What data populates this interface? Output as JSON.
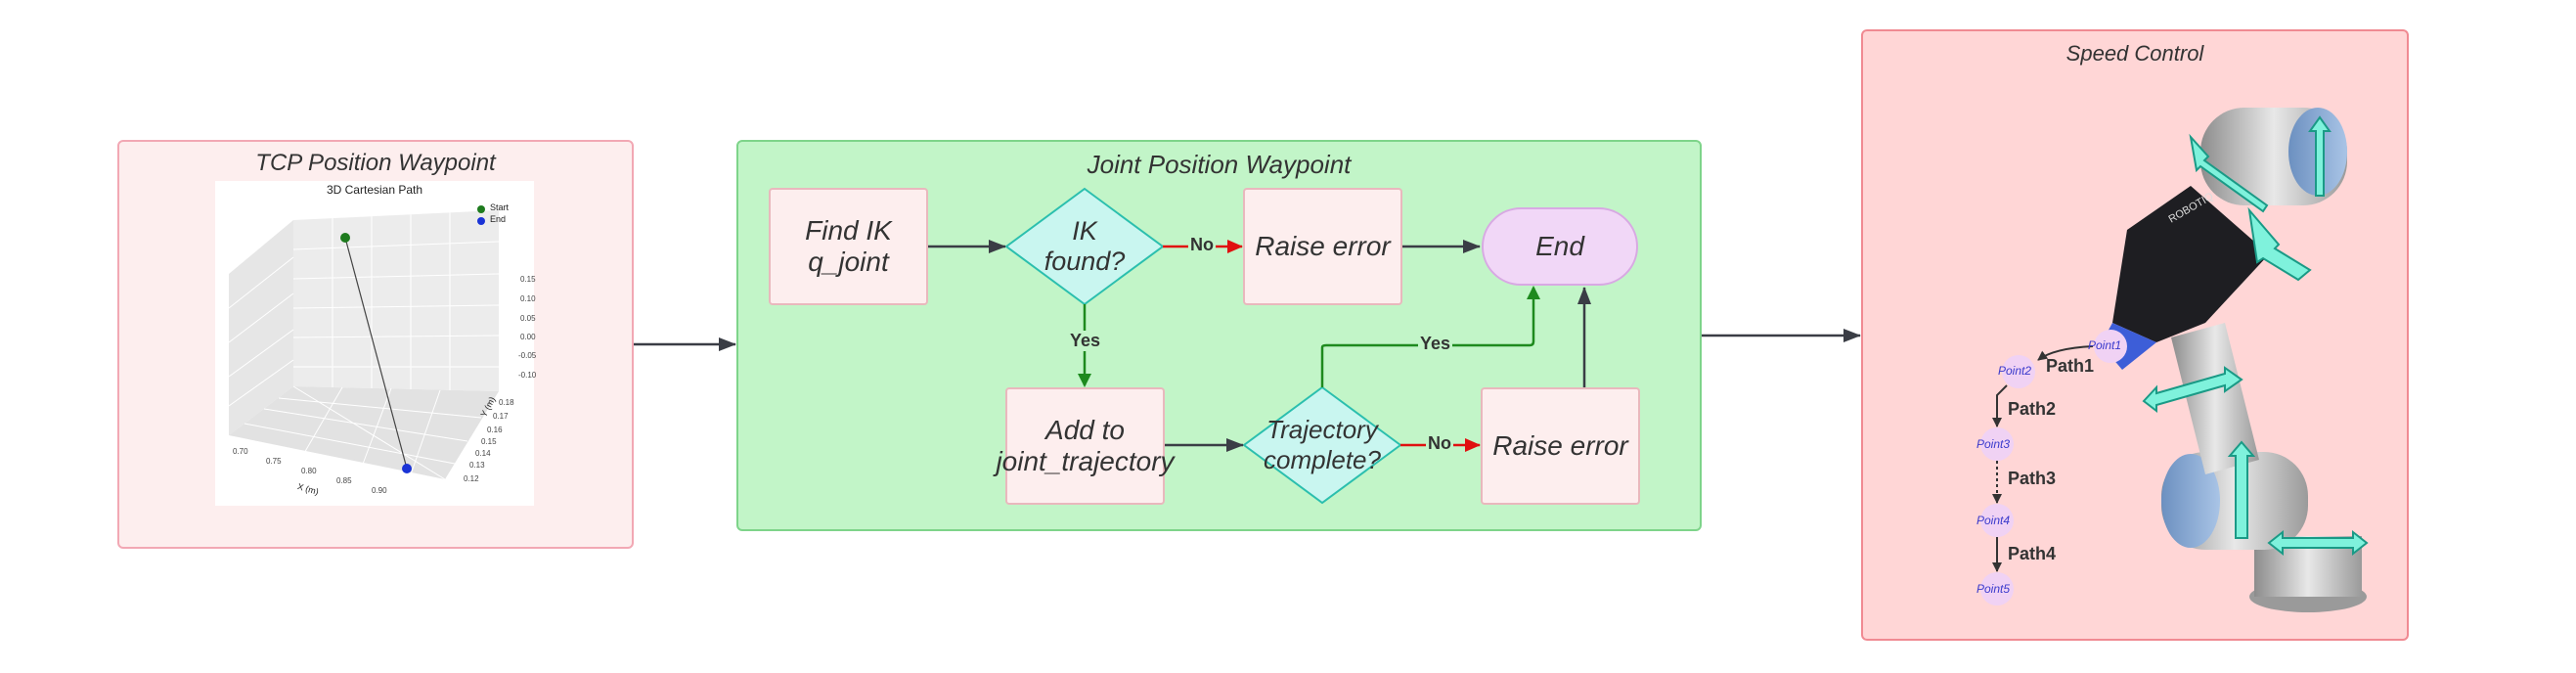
{
  "panels": {
    "tcp": {
      "title": "TCP Position Waypoint"
    },
    "joint": {
      "title": "Joint Position Waypoint"
    },
    "speed": {
      "title": "Speed Control"
    }
  },
  "plot3d": {
    "title": "3D Cartesian Path",
    "legend": [
      {
        "label": "Start",
        "color": "#1e7b1e"
      },
      {
        "label": "End",
        "color": "#1a33d6"
      }
    ],
    "x_axis": {
      "label": "X (m)",
      "ticks": [
        "0.70",
        "0.75",
        "0.80",
        "0.85",
        "0.90"
      ]
    },
    "y_axis": {
      "label": "Y (m)",
      "ticks": [
        "0.12",
        "0.13",
        "0.14",
        "0.15",
        "0.16",
        "0.17",
        "0.18"
      ]
    },
    "z_axis": {
      "ticks": [
        "0.15",
        "0.10",
        "0.05",
        "0.00",
        "-0.05",
        "-0.10"
      ]
    }
  },
  "flow": {
    "find_ik": "Find IK\nq_joint",
    "ik_found": "IK\nfound?",
    "raise_error_1": "Raise error",
    "end": "End",
    "add_traj": "Add to\njoint_trajectory",
    "traj_complete": "Trajectory\ncomplete?",
    "raise_error_2": "Raise error",
    "label_no_1": "No",
    "label_yes_1": "Yes",
    "label_no_2": "No",
    "label_yes_2": "Yes"
  },
  "speed": {
    "points": [
      "Point1",
      "Point2",
      "Point3",
      "Point4",
      "Point5"
    ],
    "paths": [
      "Path1",
      "Path2",
      "Path3",
      "Path4"
    ],
    "robot_brand": "ROBOTIQ"
  },
  "colors": {
    "tcp_bg": "#fdeeee",
    "tcp_border": "#f2a8b4",
    "joint_bg": "#c2f5c8",
    "joint_border": "#7ed48a",
    "speed_bg": "#ffd6d6",
    "speed_border": "#f08a92",
    "node_bg": "#fdeeee",
    "diamond_bg": "#c9f6f0",
    "diamond_border": "#2bbfae",
    "end_bg": "#f1d7f7",
    "arrow_dark": "#3a3d45",
    "arrow_green": "#1e8a1e",
    "arrow_red": "#e01010",
    "waypoint_bg": "#f0d2f4"
  }
}
